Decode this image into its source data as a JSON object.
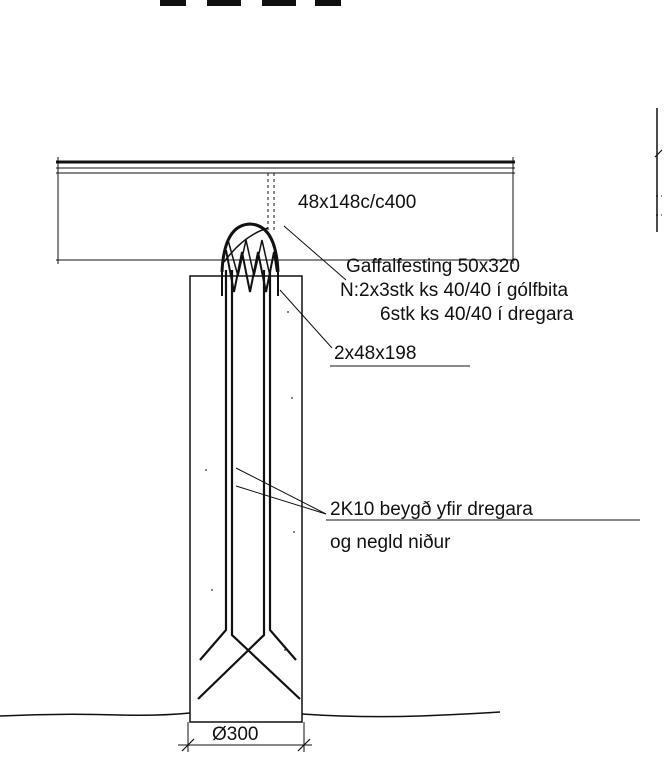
{
  "labels": {
    "joist": "48x148c/c400",
    "fork_bracket": "Gaffalfesting 50x320",
    "nails_floor": "N:2x3stk ks 40/40 í gólfbita",
    "nails_beam": "6stk ks 40/40 í dregara",
    "beam": "2x48x198",
    "rebar": "2K10 beygð yfir dregara",
    "rebar_note": "og negld niður",
    "diameter": "Ø300"
  },
  "colors": {
    "line": "#111111",
    "background": "#ffffff"
  }
}
